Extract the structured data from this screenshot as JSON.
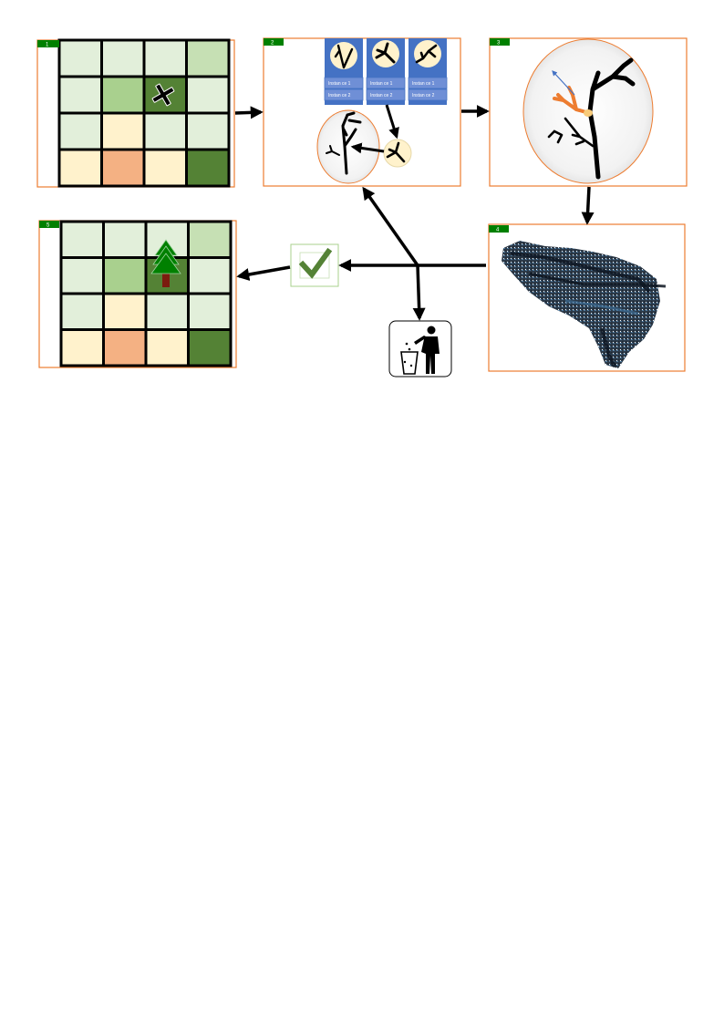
{
  "panels": [
    {
      "id": "panel-1",
      "label": "1"
    },
    {
      "id": "panel-2",
      "label": "2"
    },
    {
      "id": "panel-3",
      "label": "3"
    },
    {
      "id": "panel-4",
      "label": "4"
    },
    {
      "id": "panel-5",
      "label": "5"
    }
  ],
  "library": {
    "columns": [
      {
        "id": "col-1",
        "instances": [
          "Instan ce 1",
          "Instan ce 2"
        ]
      },
      {
        "id": "col-2",
        "instances": [
          "Instan ce 1",
          "Instan ce 2"
        ]
      },
      {
        "id": "col-3",
        "instances": [
          "Instan ce 1",
          "Instan ce 2"
        ]
      }
    ]
  },
  "grid": {
    "rows": [
      [
        "#e2efda",
        "#e2efda",
        "#e2efda",
        "#c6e0b4"
      ],
      [
        "#e2efda",
        "#a9d08e",
        "#548235",
        "#e2efda"
      ],
      [
        "#e2efda",
        "#fff2cc",
        "#e2efda",
        "#e2efda"
      ],
      [
        "#fff2cc",
        "#f4b183",
        "#fff2cc",
        "#548235"
      ]
    ]
  },
  "colors": {
    "frame": "#ed7d31",
    "badge": "#008000",
    "library_blue": "#4472c4",
    "library_item": "#6f8fd6",
    "branch_highlight": "#ed7d31",
    "check": "#548235",
    "tree": "#008000",
    "trunk": "#7b1c0f"
  },
  "icons": {
    "reject_mark": "x-mark-icon",
    "accept_mark": "check-mark-icon",
    "discard": "trash-person-icon",
    "tree": "pine-tree-icon"
  }
}
